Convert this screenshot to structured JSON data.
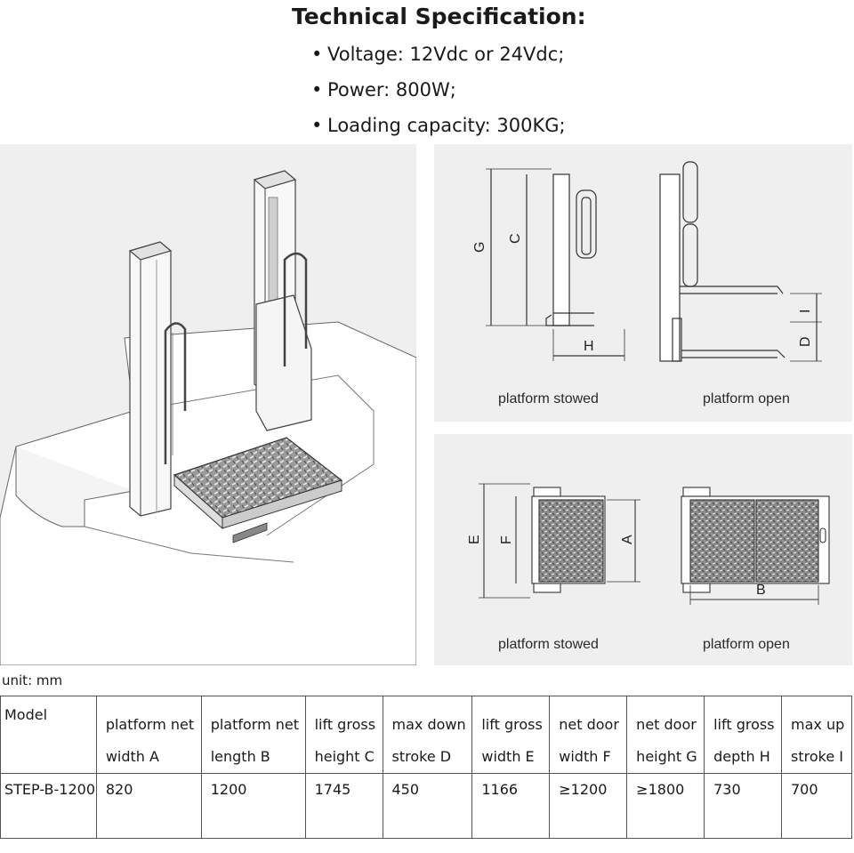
{
  "spec": {
    "title": "Technical Specification:",
    "items": [
      "Voltage: 12Vdc or 24Vdc;",
      "Power: 800W;",
      "Loading capacity: 300KG;"
    ]
  },
  "captions": {
    "side_stowed": "platform stowed",
    "side_open": "platform open",
    "top_stowed": "platform stowed",
    "top_open": "platform open"
  },
  "dim_labels": {
    "g": "G",
    "c": "C",
    "h": "H",
    "i": "I",
    "d": "D",
    "e": "E",
    "f": "F",
    "a": "A",
    "b": "B"
  },
  "unit": "unit: mm",
  "table": {
    "headers": [
      [
        "Model"
      ],
      [
        "platform net",
        "width A"
      ],
      [
        "platform net",
        "length B"
      ],
      [
        "lift gross",
        "height C"
      ],
      [
        "max down",
        "stroke D"
      ],
      [
        "lift gross",
        "width E"
      ],
      [
        "net door",
        "width F"
      ],
      [
        "net door",
        "height G"
      ],
      [
        "lift gross",
        "depth H"
      ],
      [
        "max up",
        "stroke I"
      ]
    ],
    "row": [
      "STEP-B-1200",
      "820",
      "1200",
      "1745",
      "450",
      "1166",
      "≥1200",
      "≥1800",
      "730",
      "700"
    ]
  }
}
